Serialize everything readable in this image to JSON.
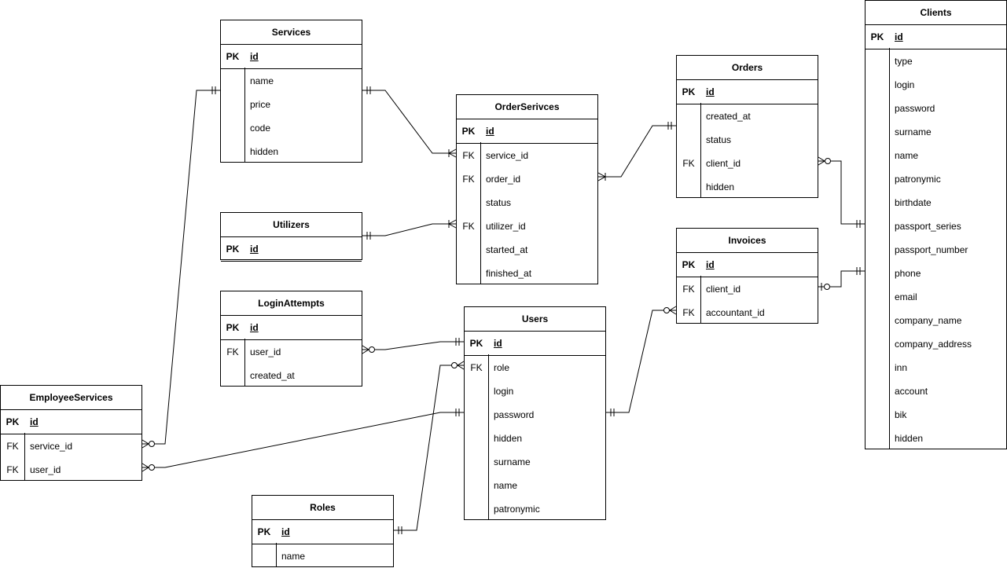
{
  "entities": [
    {
      "name": "Services",
      "pk": "id",
      "fields": [
        {
          "key": "",
          "name": "name"
        },
        {
          "key": "",
          "name": "price"
        },
        {
          "key": "",
          "name": "code"
        },
        {
          "key": "",
          "name": "hidden"
        }
      ]
    },
    {
      "name": "OrderSerivces",
      "pk": "id",
      "fields": [
        {
          "key": "FK",
          "name": "service_id"
        },
        {
          "key": "FK",
          "name": "order_id"
        },
        {
          "key": "",
          "name": "status"
        },
        {
          "key": "FK",
          "name": "utilizer_id"
        },
        {
          "key": "",
          "name": "started_at"
        },
        {
          "key": "",
          "name": "finished_at"
        }
      ]
    },
    {
      "name": "Orders",
      "pk": "id",
      "fields": [
        {
          "key": "",
          "name": "created_at"
        },
        {
          "key": "",
          "name": "status"
        },
        {
          "key": "FK",
          "name": "client_id"
        },
        {
          "key": "",
          "name": "hidden"
        }
      ]
    },
    {
      "name": "Clients",
      "pk": "id",
      "fields": [
        {
          "key": "",
          "name": "type"
        },
        {
          "key": "",
          "name": "login"
        },
        {
          "key": "",
          "name": "password"
        },
        {
          "key": "",
          "name": "surname"
        },
        {
          "key": "",
          "name": "name"
        },
        {
          "key": "",
          "name": "patronymic"
        },
        {
          "key": "",
          "name": "birthdate"
        },
        {
          "key": "",
          "name": "passport_series"
        },
        {
          "key": "",
          "name": "passport_number"
        },
        {
          "key": "",
          "name": "phone"
        },
        {
          "key": "",
          "name": "email"
        },
        {
          "key": "",
          "name": "company_name"
        },
        {
          "key": "",
          "name": "company_address"
        },
        {
          "key": "",
          "name": "inn"
        },
        {
          "key": "",
          "name": "account"
        },
        {
          "key": "",
          "name": "bik"
        },
        {
          "key": "",
          "name": "hidden"
        }
      ]
    },
    {
      "name": "Utilizers",
      "pk": "id",
      "fields": []
    },
    {
      "name": "Invoices",
      "pk": "id",
      "fields": [
        {
          "key": "FK",
          "name": "client_id"
        },
        {
          "key": "FK",
          "name": "accountant_id"
        }
      ]
    },
    {
      "name": "LoginAttempts",
      "pk": "id",
      "fields": [
        {
          "key": "FK",
          "name": "user_id"
        },
        {
          "key": "",
          "name": "created_at"
        }
      ]
    },
    {
      "name": "Users",
      "pk": "id",
      "fields": [
        {
          "key": "FK",
          "name": "role"
        },
        {
          "key": "",
          "name": "login"
        },
        {
          "key": "",
          "name": "password"
        },
        {
          "key": "",
          "name": "hidden"
        },
        {
          "key": "",
          "name": "surname"
        },
        {
          "key": "",
          "name": "name"
        },
        {
          "key": "",
          "name": "patronymic"
        }
      ]
    },
    {
      "name": "EmployeeServices",
      "pk": "id",
      "fields": [
        {
          "key": "FK",
          "name": "service_id"
        },
        {
          "key": "FK",
          "name": "user_id"
        }
      ]
    },
    {
      "name": "Roles",
      "pk": "id",
      "fields": [
        {
          "key": "",
          "name": "name"
        }
      ]
    }
  ],
  "pk_label": "PK",
  "relationships": [
    {
      "from": "Services.id",
      "to": "OrderSerivces.service_id",
      "from_card": "one",
      "to_card": "many"
    },
    {
      "from": "Orders.id",
      "to": "OrderSerivces.order_id",
      "from_card": "one",
      "to_card": "many"
    },
    {
      "from": "Utilizers.id",
      "to": "OrderSerivces.utilizer_id",
      "from_card": "one",
      "to_card": "many"
    },
    {
      "from": "Clients.id",
      "to": "Orders.client_id",
      "from_card": "one",
      "to_card": "zero-or-many"
    },
    {
      "from": "Clients.id",
      "to": "Invoices.client_id",
      "from_card": "one",
      "to_card": "zero-or-one"
    },
    {
      "from": "Users.id",
      "to": "Invoices.accountant_id",
      "from_card": "one",
      "to_card": "zero-or-many"
    },
    {
      "from": "Users.id",
      "to": "LoginAttempts.user_id",
      "from_card": "one",
      "to_card": "zero-or-many"
    },
    {
      "from": "Services.id",
      "to": "EmployeeServices.service_id",
      "from_card": "one",
      "to_card": "zero-or-many"
    },
    {
      "from": "Users.id",
      "to": "EmployeeServices.user_id",
      "from_card": "one",
      "to_card": "zero-or-many"
    },
    {
      "from": "Roles.id",
      "to": "Users.role",
      "from_card": "one",
      "to_card": "zero-or-many"
    }
  ]
}
